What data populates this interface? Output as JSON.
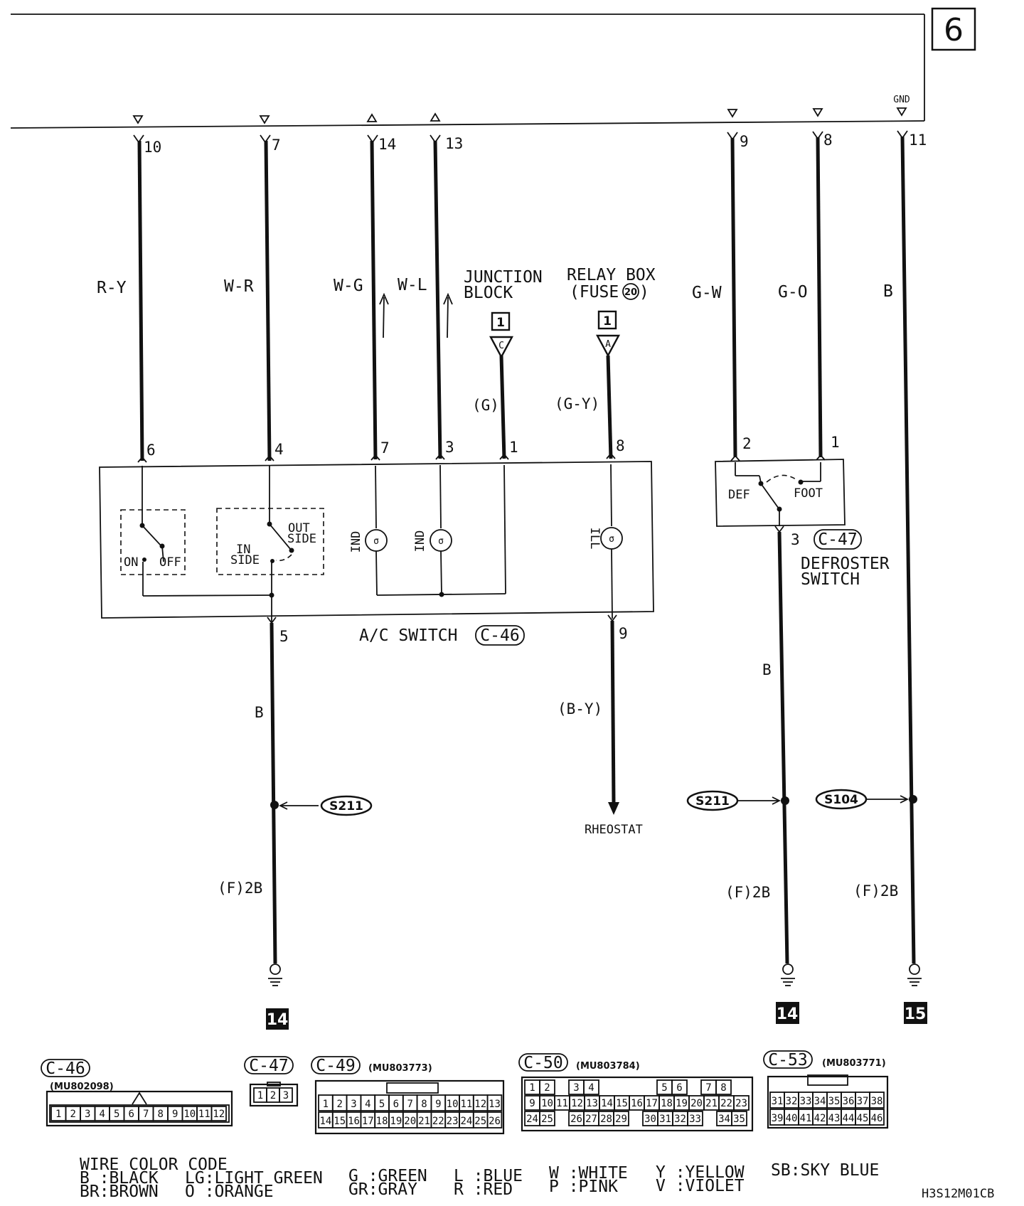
{
  "page_number": "6",
  "top_labels": {
    "gnd": "GND",
    "terminals": [
      "10",
      "7",
      "14",
      "13",
      "9",
      "8",
      "11"
    ]
  },
  "wires": {
    "r_y": "R-Y",
    "w_r": "W-R",
    "w_g": "W-G",
    "w_l": "W-L",
    "g_w": "G-W",
    "g_o": "G-O",
    "b_top": "B",
    "g_paren": "(G)",
    "g_y_paren": "(G-Y)",
    "b_mid_left": "B",
    "b_y_paren": "(B-Y)",
    "b_mid_right": "B",
    "f2b_left": "(F)2B",
    "f2b_mid": "(F)2B",
    "f2b_right": "(F)2B"
  },
  "junction_block": {
    "line1": "JUNCTION",
    "line2": "BLOCK",
    "box": "1",
    "pin": "C"
  },
  "relay_box": {
    "line1": "RELAY BOX",
    "line2": "(FUSE",
    "fuse": "20",
    "line2_end": ")",
    "box": "1",
    "pin": "A"
  },
  "ac_switch": {
    "label": "A/C SWITCH",
    "connector": "C-46",
    "pins_top": [
      "6",
      "4",
      "7",
      "3",
      "1",
      "8"
    ],
    "pins_bottom": [
      "5",
      "9"
    ],
    "on": "ON",
    "off": "OFF",
    "in_side_1": "IN",
    "in_side_2": "SIDE",
    "out_side_1": "OUT",
    "out_side_2": "SIDE",
    "ind_1": "IND",
    "ind_2": "IND",
    "ill": "ILL"
  },
  "defroster_switch": {
    "label_1": "DEFROSTER",
    "label_2": "SWITCH",
    "connector": "C-47",
    "pins": [
      "2",
      "1",
      "3"
    ],
    "def": "DEF",
    "foot": "FOOT"
  },
  "splices": {
    "s211_left": "S211",
    "s211_right": "S211",
    "s104": "S104"
  },
  "rheostat": "RHEOSTAT",
  "grounds": [
    "14",
    "14",
    "15"
  ],
  "connectors": [
    {
      "id": "C-46",
      "part": "(MU802098)",
      "pins": [
        "1",
        "2",
        "3",
        "4",
        "5",
        "6",
        "7",
        "8",
        "9",
        "10",
        "11",
        "12"
      ]
    },
    {
      "id": "C-47",
      "part": "",
      "pins": [
        "1",
        "2",
        "3"
      ]
    },
    {
      "id": "C-49",
      "part": "(MU803773)",
      "row1": [
        "1",
        "2",
        "3",
        "4",
        "5",
        "6",
        "7",
        "8",
        "9",
        "10",
        "11",
        "12",
        "13"
      ],
      "row2": [
        "14",
        "15",
        "16",
        "17",
        "18",
        "19",
        "20",
        "21",
        "22",
        "23",
        "24",
        "25",
        "26"
      ]
    },
    {
      "id": "C-50",
      "part": "(MU803784)",
      "row1": [
        "1",
        "2",
        "3",
        "4",
        "5",
        "6",
        "7",
        "8"
      ],
      "row2": [
        "9",
        "10",
        "11",
        "12",
        "13",
        "14",
        "15",
        "16",
        "17",
        "18",
        "19",
        "20",
        "21",
        "22",
        "23"
      ],
      "row3": [
        "24",
        "25",
        "26",
        "27",
        "28",
        "29",
        "30",
        "31",
        "32",
        "33",
        "34",
        "35"
      ]
    },
    {
      "id": "C-53",
      "part": "(MU803771)",
      "row1": [
        "31",
        "32",
        "33",
        "34",
        "35",
        "36",
        "37",
        "38"
      ],
      "row2": [
        "39",
        "40",
        "41",
        "42",
        "43",
        "44",
        "45",
        "46"
      ]
    }
  ],
  "legend": {
    "title": "WIRE COLOR CODE",
    "items": [
      "B :BLACK",
      "BR:BROWN",
      "LG:LIGHT GREEN",
      "O :ORANGE",
      "G :GREEN",
      "GR:GRAY",
      "L :BLUE",
      "R :RED",
      "W :WHITE",
      "P :PINK",
      "Y :YELLOW",
      "V :VIOLET",
      "SB:SKY BLUE"
    ]
  },
  "doc_code": "H3S12M01CB"
}
